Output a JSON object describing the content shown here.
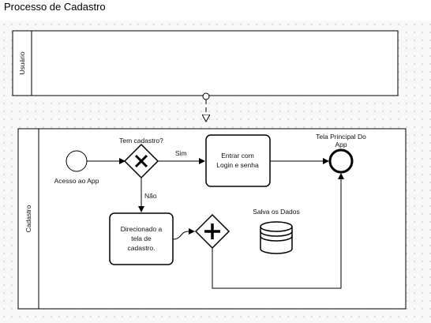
{
  "title": "Processo de Cadastro",
  "pools": {
    "top_lane": "Usuário",
    "bottom_lane": "Cadastro"
  },
  "nodes": {
    "start_event": "Acesso ao App",
    "gateway_question": "Tem cadastro?",
    "gateway_yes": "Sim",
    "gateway_no": "Não",
    "task_login": [
      "Entrar com",
      "Login e senha"
    ],
    "task_redirect": [
      "Direcionado a",
      "tela de",
      "cadastro."
    ],
    "data_store": "Salva os Dados",
    "end_event": [
      "Tela Principal Do",
      "App"
    ]
  },
  "colors": {
    "stroke": "#000000",
    "canvas_bg": "#f8f8f8",
    "grid_dot": "#d6d6d6"
  },
  "icons": {
    "exclusive_gateway": "x-mark",
    "parallel_gateway": "plus-mark",
    "message_flow_start": "circle",
    "message_flow_end": "open-triangle-arrow",
    "data_store": "cylinder"
  }
}
